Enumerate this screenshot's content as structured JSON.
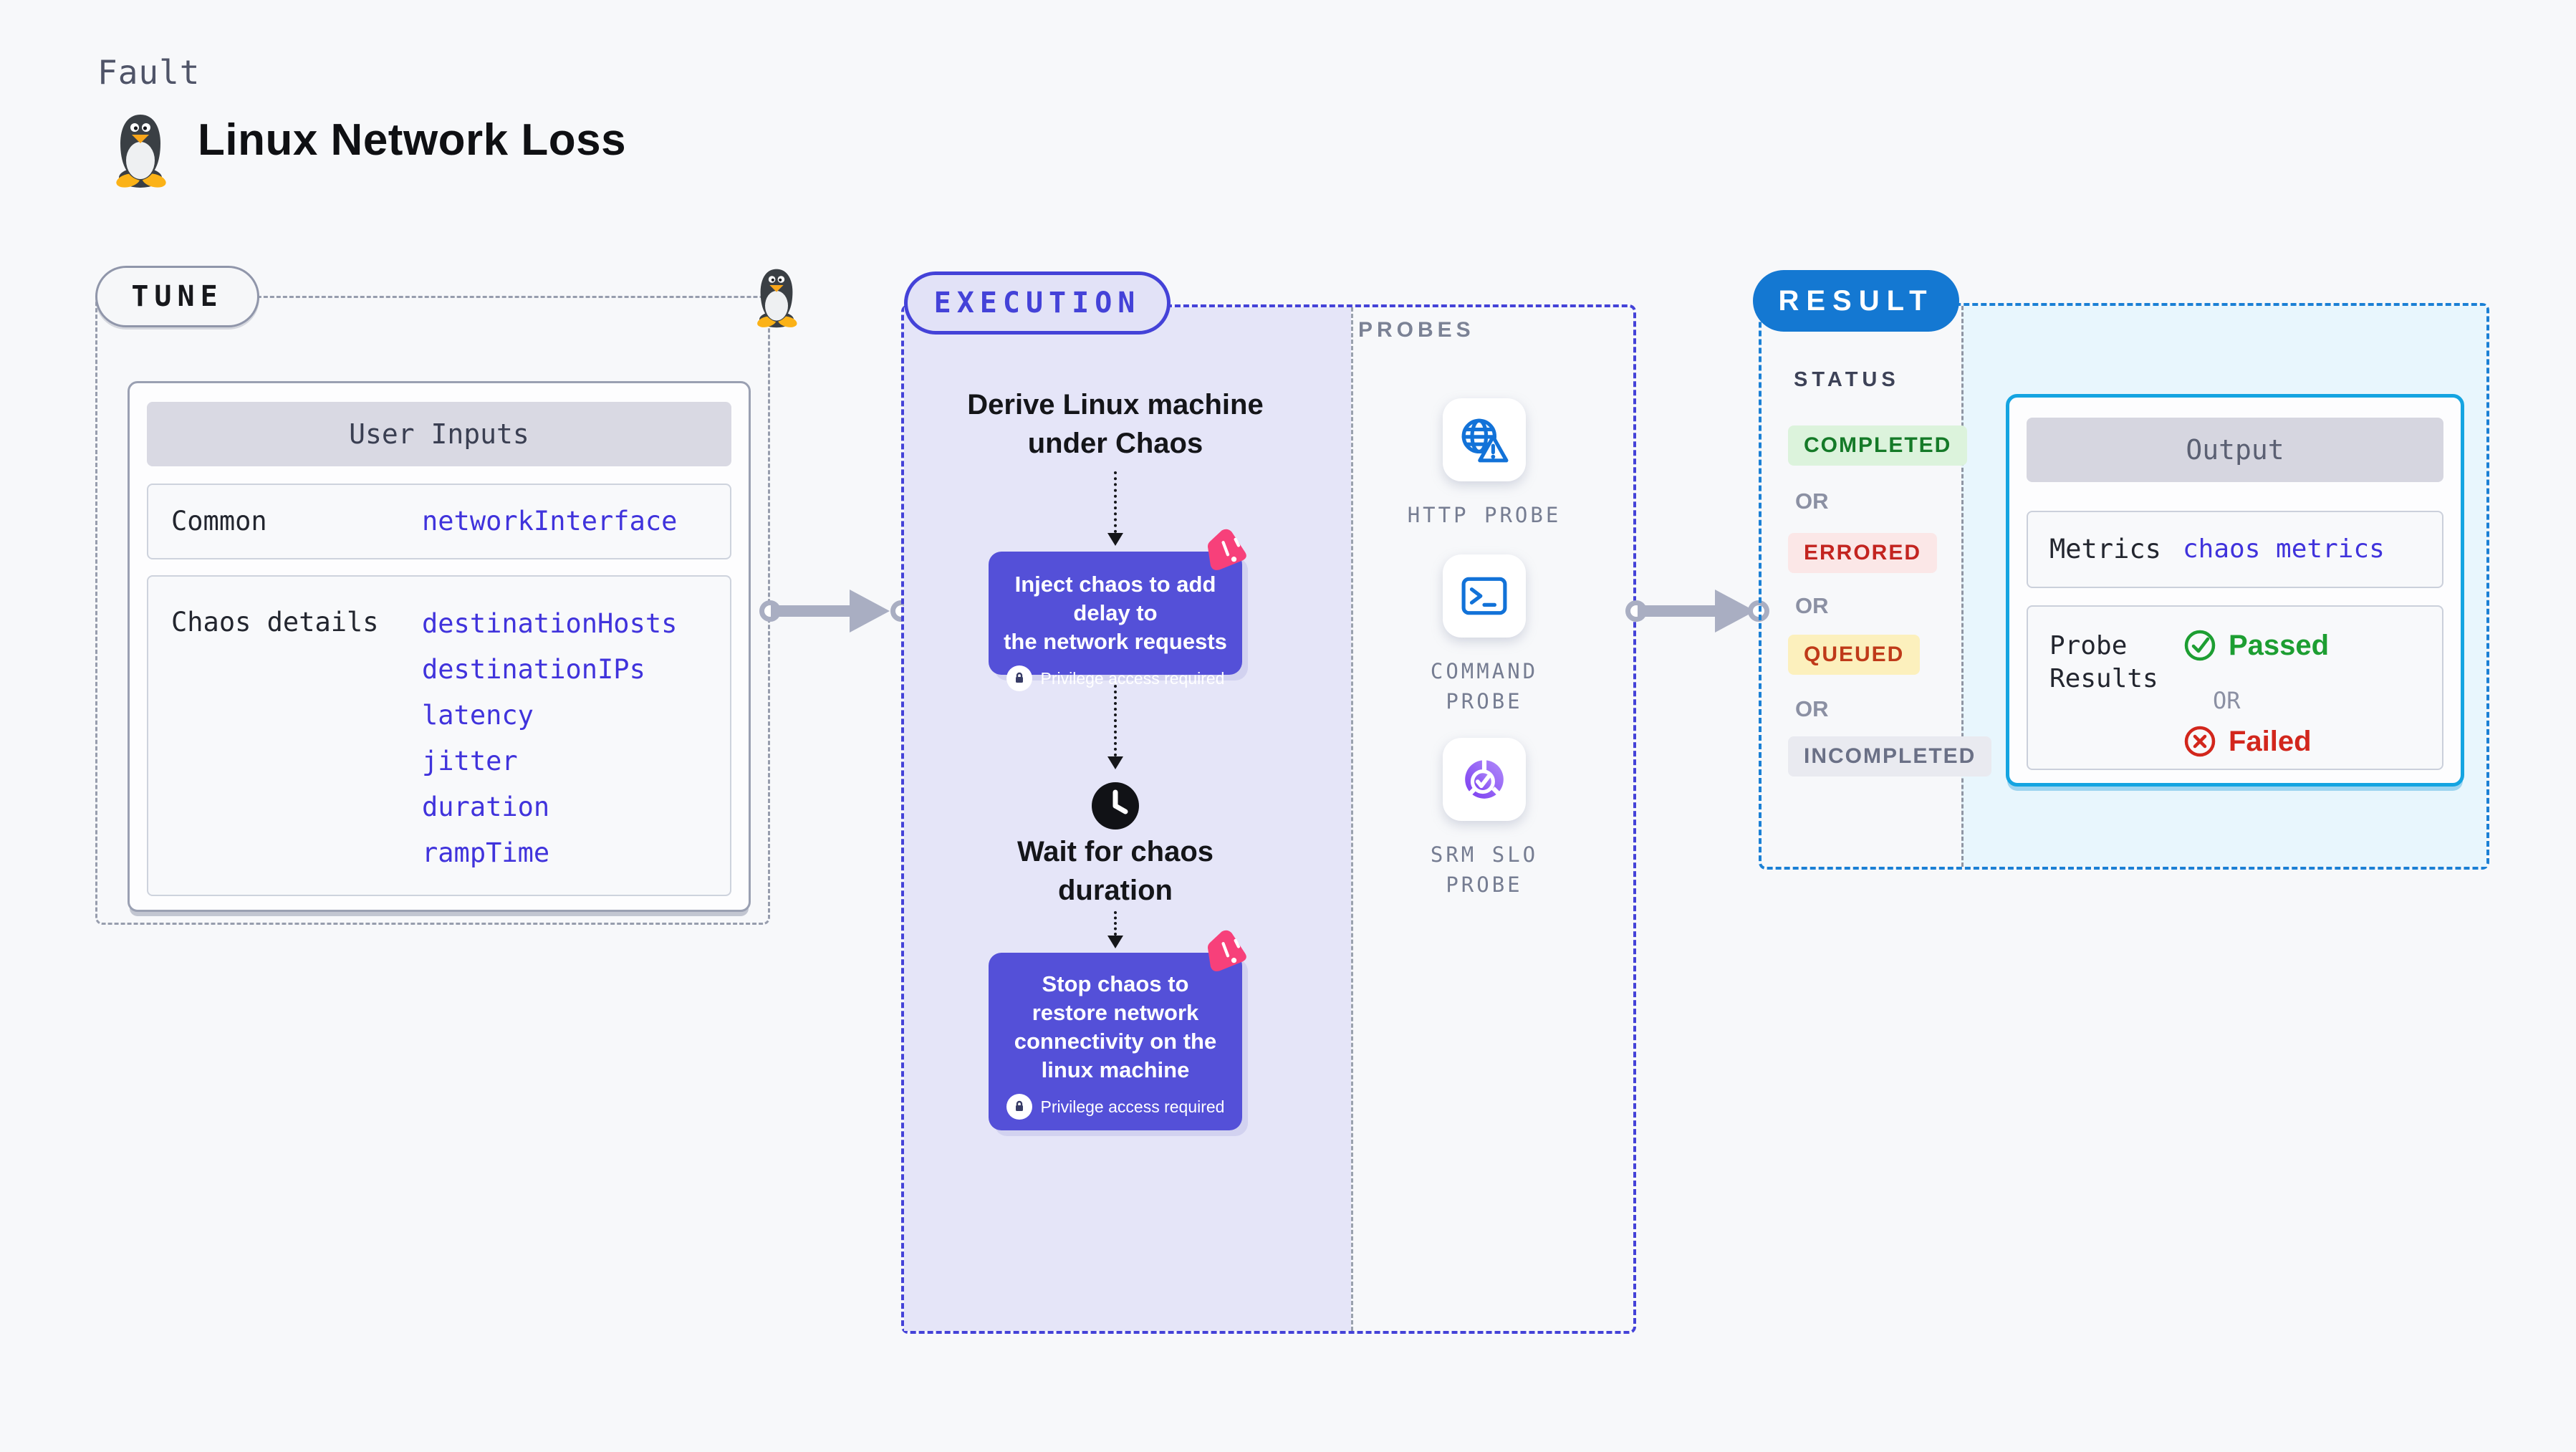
{
  "header": {
    "kicker": "Fault",
    "title": "Linux Network Loss"
  },
  "tune": {
    "badge": "TUNE",
    "inputs": {
      "header": "User Inputs",
      "rows": [
        {
          "label": "Common",
          "values": [
            "networkInterface"
          ]
        },
        {
          "label": "Chaos details",
          "values": [
            "destinationHosts",
            "destinationIPs",
            "latency",
            "jitter",
            "duration",
            "rampTime"
          ]
        }
      ]
    }
  },
  "execution": {
    "badge": "EXECUTION",
    "derive": "Derive Linux machine\nunder Chaos",
    "inject": "Inject chaos to add delay to\nthe network requests",
    "privilege": "Privilege access required",
    "wait": "Wait for chaos\nduration",
    "stop": "Stop chaos to\nrestore network\nconnectivity on the\nlinux machine",
    "probes": {
      "label": "PROBES",
      "items": [
        {
          "name": "HTTP PROBE",
          "icon": "globe-alert-icon"
        },
        {
          "name": "COMMAND\nPROBE",
          "icon": "terminal-icon"
        },
        {
          "name": "SRM SLO\nPROBE",
          "icon": "slo-donut-icon"
        }
      ]
    }
  },
  "result": {
    "badge": "RESULT",
    "status": {
      "label": "STATUS",
      "or": "OR",
      "badges": [
        "COMPLETED",
        "ERRORED",
        "QUEUED",
        "INCOMPLETED"
      ]
    },
    "output": {
      "header": "Output",
      "metrics_label": "Metrics",
      "metrics_value": "chaos metrics",
      "probe_label": "Probe\nResults",
      "passed": "Passed",
      "or": "OR",
      "failed": "Failed"
    }
  },
  "colors": {
    "background": "#f7f8fa",
    "indigo": "#4442d8",
    "execution_fill": "#e5e5f8",
    "chaos_card": "#5450d8",
    "chaos_pink": "#f7407a",
    "result_blue": "#1478d2",
    "output_border": "#14a4e1",
    "result_fill": "#e8f6fd",
    "value_blue": "#4033dc",
    "passed_green": "#1d9e32",
    "failed_red": "#d2261c",
    "completed_bg": "#dcf3dc",
    "completed_fg": "#157a28",
    "errored_bg": "#fbe7e7",
    "errored_fg": "#c32420",
    "queued_bg": "#fcf0bd",
    "queued_fg": "#bf3a19",
    "incompleted_bg": "#e9eaf0",
    "incompleted_fg": "#6a7086",
    "arrow_gray": "#a9aec2",
    "dashed_gray": "#979dad"
  }
}
